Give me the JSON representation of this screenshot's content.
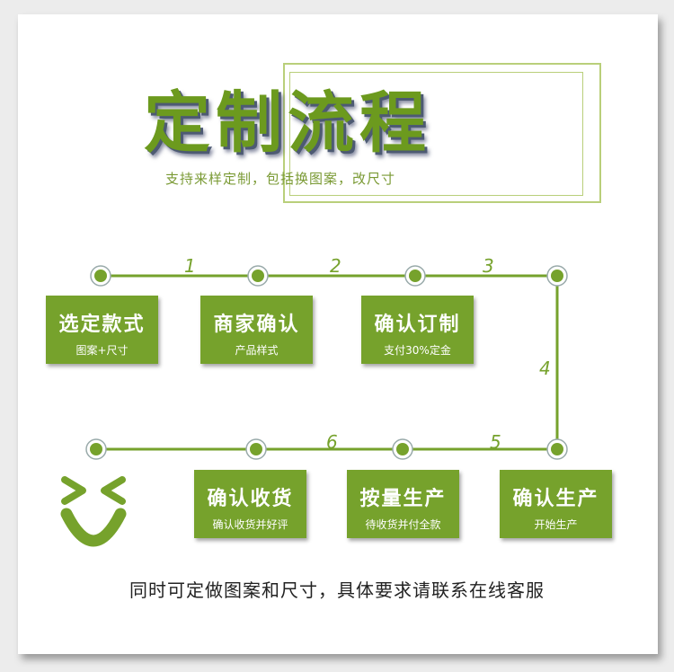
{
  "header": {
    "title": "定制流程",
    "subtitle": "支持来样定制，包括换图案，改尺寸"
  },
  "steps": [
    {
      "title": "选定款式",
      "desc": "图案+尺寸"
    },
    {
      "title": "商家确认",
      "desc": "产品样式"
    },
    {
      "title": "确认订制",
      "desc": "支付30%定金"
    },
    {
      "title": "确认生产",
      "desc": "开始生产"
    },
    {
      "title": "按量生产",
      "desc": "待收货并付全款"
    },
    {
      "title": "确认收货",
      "desc": "确认收货并好评"
    }
  ],
  "numbers": [
    "1",
    "2",
    "3",
    "4",
    "5",
    "6"
  ],
  "footer": "同时可定做图案和尺寸，具体要求请联系在线客服",
  "icons": [
    "smiley-icon"
  ],
  "colors": {
    "accent": "#76a22c",
    "frame": "#b9cf7a",
    "background": "#ececec"
  }
}
